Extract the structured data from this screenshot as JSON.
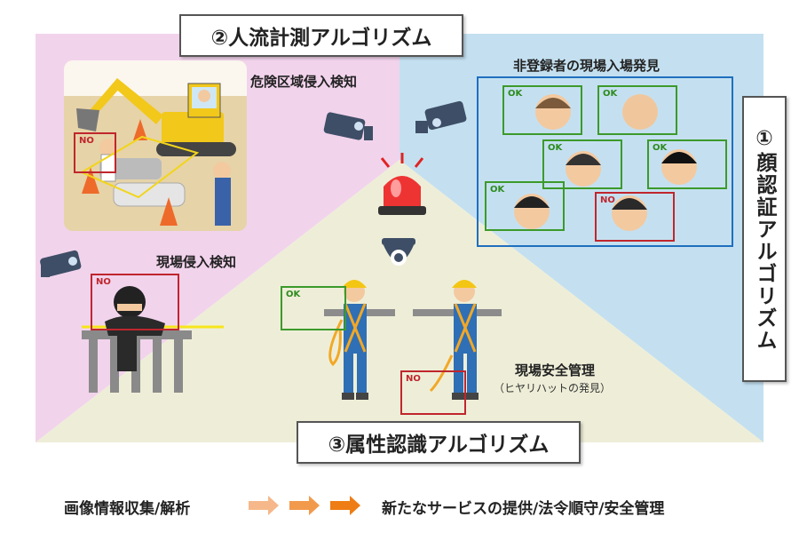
{
  "titles": {
    "people_flow": "②人流計測アルゴリズム",
    "face_recognition": "①顔認証アルゴリズム",
    "attribute_recognition": "③属性認識アルゴリズム"
  },
  "labels": {
    "danger_zone": "危険区域侵入検知",
    "site_intrusion": "現場侵入検知",
    "unregistered": "非登録者の現場入場発見",
    "safety_mgmt": "現場安全管理",
    "hiyari_hatto": "（ヒヤリハットの発見）"
  },
  "detection": {
    "ok": "OK",
    "no": "NO"
  },
  "footer": {
    "left": "画像情報収集/解析",
    "right": "新たなサービスの提供/法令順守/安全管理"
  },
  "colors": {
    "pink_region": "#f2d3ec",
    "blue_region": "#c4e0f0",
    "beige_region": "#eeeed8",
    "ok_green": "#3c9a2a",
    "no_red": "#c0262d",
    "group_blue": "#1f6fbf",
    "arrow_light": "#f6b88a",
    "arrow_mid": "#f29a4c",
    "arrow_dark": "#ee7d15"
  }
}
